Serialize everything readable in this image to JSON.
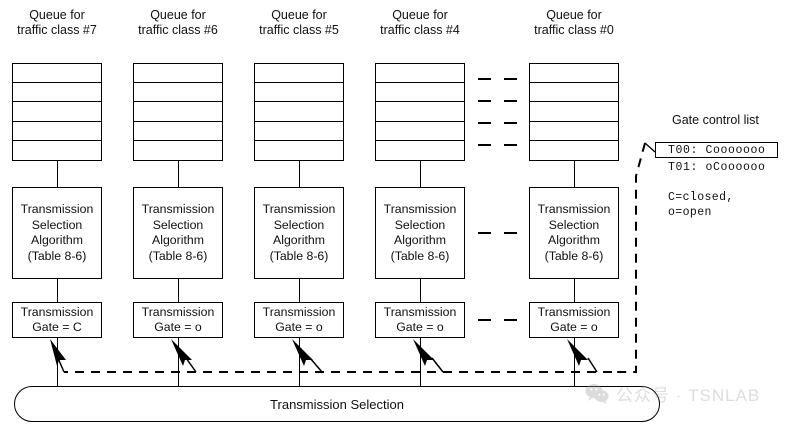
{
  "figure": {
    "queues": [
      {
        "header": "Queue for\ntraffic class #7",
        "tsa": "Transmission\nSelection\nAlgorithm\n(Table 8-6)",
        "gate": "Transmission\nGate = C",
        "gate_state": "C"
      },
      {
        "header": "Queue for\ntraffic class #6",
        "tsa": "Transmission\nSelection\nAlgorithm\n(Table 8-6)",
        "gate": "Transmission\nGate = o",
        "gate_state": "o"
      },
      {
        "header": "Queue for\ntraffic class #5",
        "tsa": "Transmission\nSelection\nAlgorithm\n(Table 8-6)",
        "gate": "Transmission\nGate = o",
        "gate_state": "o"
      },
      {
        "header": "Queue for\ntraffic class #4",
        "tsa": "Transmission\nSelection\nAlgorithm\n(Table 8-6)",
        "gate": "Transmission\nGate = o",
        "gate_state": "o"
      },
      {
        "header": "Queue for\ntraffic class #0",
        "tsa": "Transmission\nSelection\nAlgorithm\n(Table 8-6)",
        "gate": "Transmission\nGate = o",
        "gate_state": "o"
      }
    ],
    "transmission_selection": "Transmission Selection",
    "gate_control_list": {
      "title": "Gate control list",
      "entries": [
        {
          "label": "T00:",
          "states": "Cooooooo",
          "highlighted": true
        },
        {
          "label": "T01:",
          "states": "oCoooooo",
          "highlighted": false
        }
      ],
      "legend": "C=closed,\no=open"
    },
    "watermark": "公众号 · TSNLAB",
    "colors": {
      "line": "#000000",
      "text": "#101010",
      "background": "#ffffff",
      "watermark": "#9b9b9b"
    }
  }
}
